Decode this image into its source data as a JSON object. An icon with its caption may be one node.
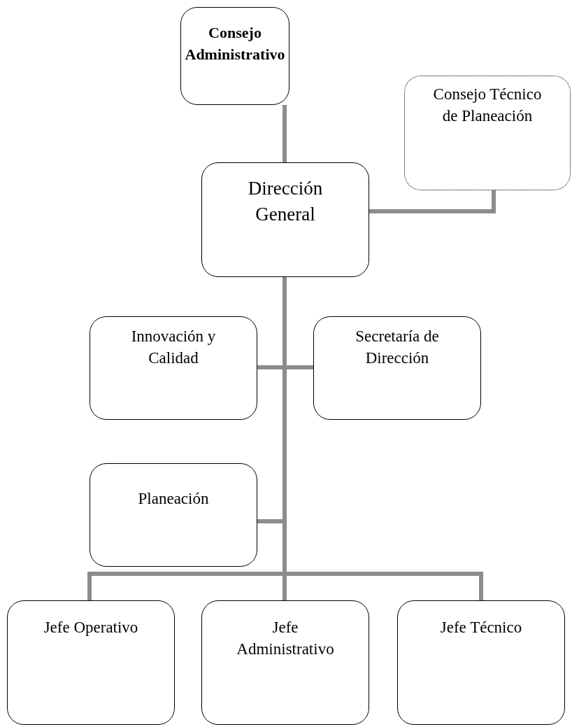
{
  "diagram": {
    "nodes": [
      {
        "text": [
          "Consejo Administrativo"
        ]
      },
      {
        "text": [
          "Consejo Técnico de Planeación"
        ]
      },
      {
        "text": [
          "Dirección General"
        ]
      },
      {
        "text": [
          "Innovación y Calidad"
        ]
      },
      {
        "text": [
          "Secretaría de Dirección"
        ]
      },
      {
        "text": [
          "Planeación"
        ]
      },
      {
        "text": [
          "Jefe Operativo"
        ]
      },
      {
        "text": [
          "Jefe Administrativo"
        ]
      },
      {
        "text": [
          "Jefe Técnico"
        ]
      }
    ],
    "edges": [
      {
        "from": 0,
        "to": 2,
        "arrow": "none"
      },
      {
        "from": 2,
        "to": 1,
        "arrow": "none"
      },
      {
        "from": 2,
        "to": 3,
        "arrow": "none"
      },
      {
        "from": 2,
        "to": 4,
        "arrow": "none"
      },
      {
        "from": 2,
        "to": 5,
        "arrow": "none"
      },
      {
        "from": 2,
        "to": 6,
        "arrow": "none"
      },
      {
        "from": 2,
        "to": 7,
        "arrow": "none"
      },
      {
        "from": 2,
        "to": 8,
        "arrow": "none"
      }
    ]
  }
}
